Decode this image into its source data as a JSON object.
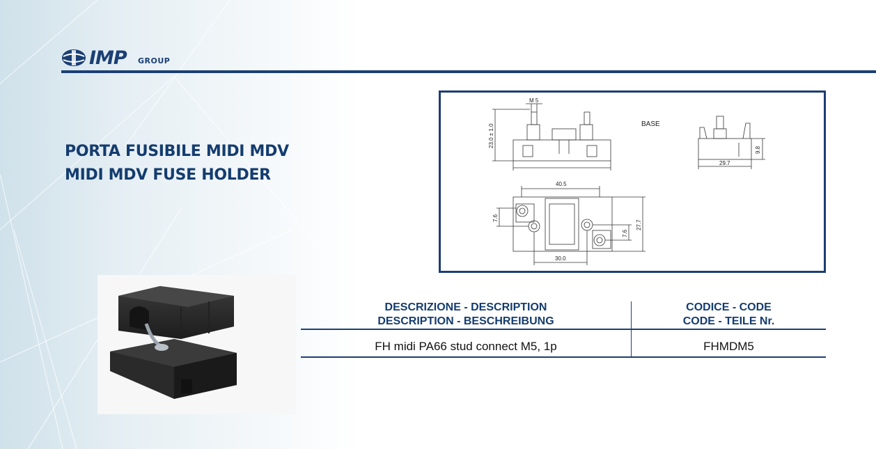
{
  "brand": {
    "logo_main": "IMP",
    "logo_sub": "GROUP"
  },
  "product": {
    "title_it": "PORTA FUSIBILE MIDI MDV",
    "title_en": "MIDI MDV FUSE HOLDER"
  },
  "drawing": {
    "labels": {
      "stud": "M 5",
      "height": "23.0 ± 1.0",
      "base": "BASE",
      "width_side": "29.7",
      "height_side": "9.8",
      "span_top": "40.5",
      "offset_left": "7.6",
      "offset_right": "7.6",
      "depth": "27.7",
      "span_bottom": "30.0"
    }
  },
  "spec_table": {
    "header": {
      "description_line1": "DESCRIZIONE - DESCRIPTION",
      "description_line2": "DESCRIPTION - BESCHREIBUNG",
      "code_line1": "CODICE - CODE",
      "code_line2": "CODE - TEILE Nr."
    },
    "rows": [
      {
        "description": "FH midi PA66 stud connect M5, 1p",
        "code": "FHMDM5"
      }
    ]
  },
  "colors": {
    "brand_blue": "#1b3f74"
  }
}
